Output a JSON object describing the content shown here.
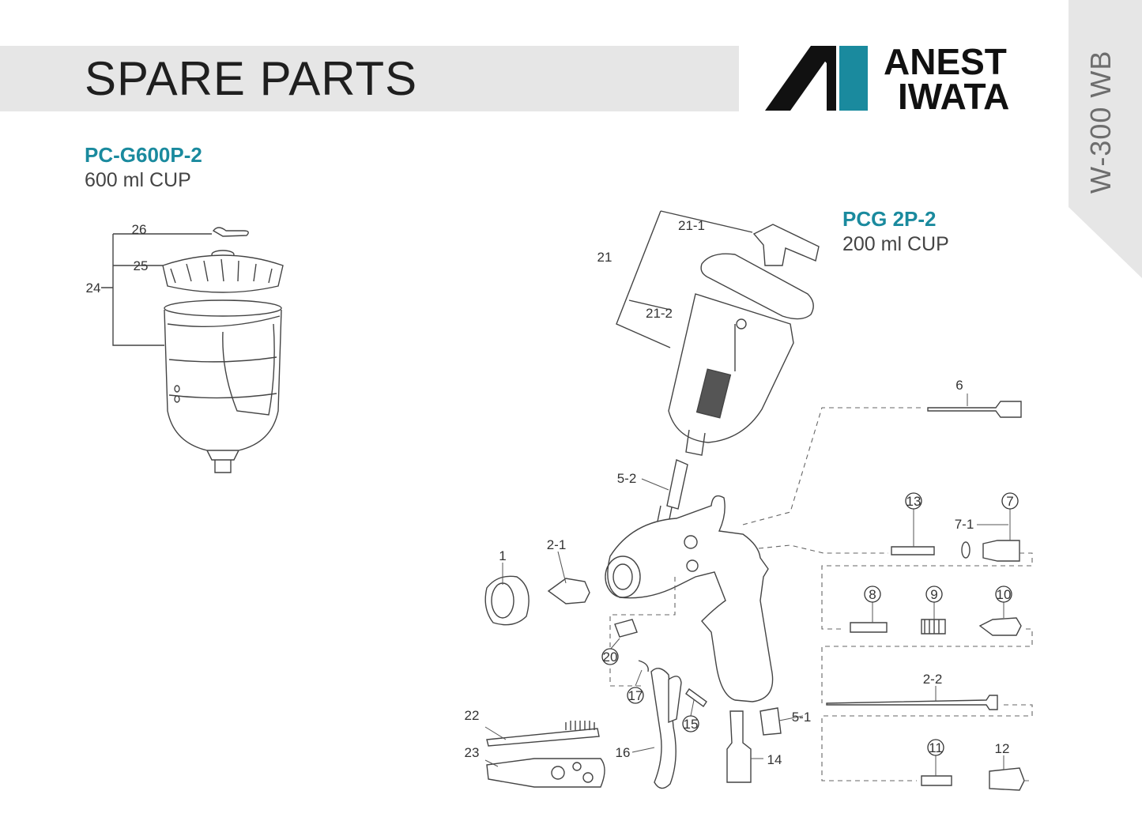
{
  "header": {
    "title": "SPARE PARTS"
  },
  "brand": {
    "line1": "ANEST",
    "line2": "IWATA",
    "accent_color": "#1a8a9e"
  },
  "model": "W-300 WB",
  "cups": [
    {
      "code": "PC-G600P-2",
      "desc": "600 ml CUP"
    },
    {
      "code": "PCG 2P-2",
      "desc": "200 ml CUP"
    }
  ],
  "parts": {
    "p1": "1",
    "p2_1": "2-1",
    "p2_2": "2-2",
    "p5_1": "5-1",
    "p5_2": "5-2",
    "p6": "6",
    "p7": "7",
    "p7_1": "7-1",
    "p8": "8",
    "p9": "9",
    "p10": "10",
    "p11": "11",
    "p12": "12",
    "p13": "13",
    "p14": "14",
    "p15": "15",
    "p16": "16",
    "p17": "17",
    "p20": "20",
    "p21": "21",
    "p21_1": "21-1",
    "p21_2": "21-2",
    "p22": "22",
    "p23": "23",
    "p24": "24",
    "p25": "25",
    "p26": "26"
  }
}
